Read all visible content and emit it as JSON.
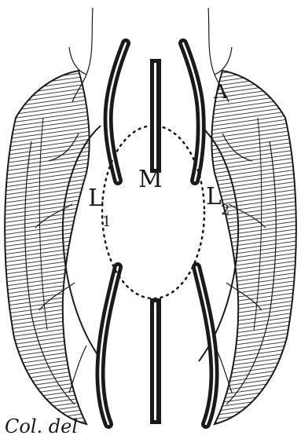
{
  "figure": {
    "labels": {
      "M": "M",
      "A": "A",
      "L1": "L",
      "L1_sub": "1",
      "L2": "L",
      "L2_sub": "2",
      "caption": "Col. del"
    },
    "colors": {
      "ink": "#1a1a1a",
      "paper": "#ffffff"
    }
  }
}
